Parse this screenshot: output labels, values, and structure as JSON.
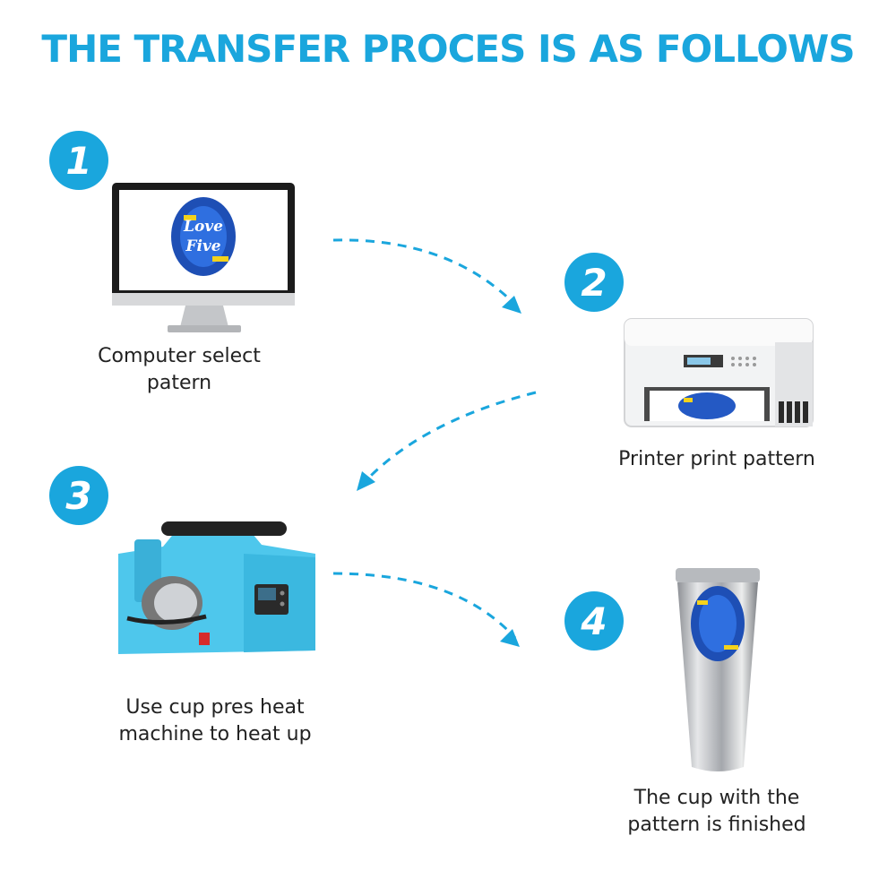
{
  "title": "THE TRANSFER PROCES IS AS FOLLOWS",
  "accent_color": "#1aa6dd",
  "steps": [
    {
      "number": "1",
      "caption_lines": [
        "Computer select patern"
      ],
      "icon": "computer-monitor-icon"
    },
    {
      "number": "2",
      "caption_lines": [
        "Printer print pattern"
      ],
      "icon": "printer-icon"
    },
    {
      "number": "3",
      "caption_lines": [
        "Use cup pres heat",
        "machine to heat up"
      ],
      "icon": "heat-press-machine-icon"
    },
    {
      "number": "4",
      "caption_lines": [
        "The cup with the",
        "pattern is finished"
      ],
      "icon": "tumbler-cup-icon"
    }
  ],
  "artwork": {
    "line1": "Love",
    "line2": "Five"
  }
}
